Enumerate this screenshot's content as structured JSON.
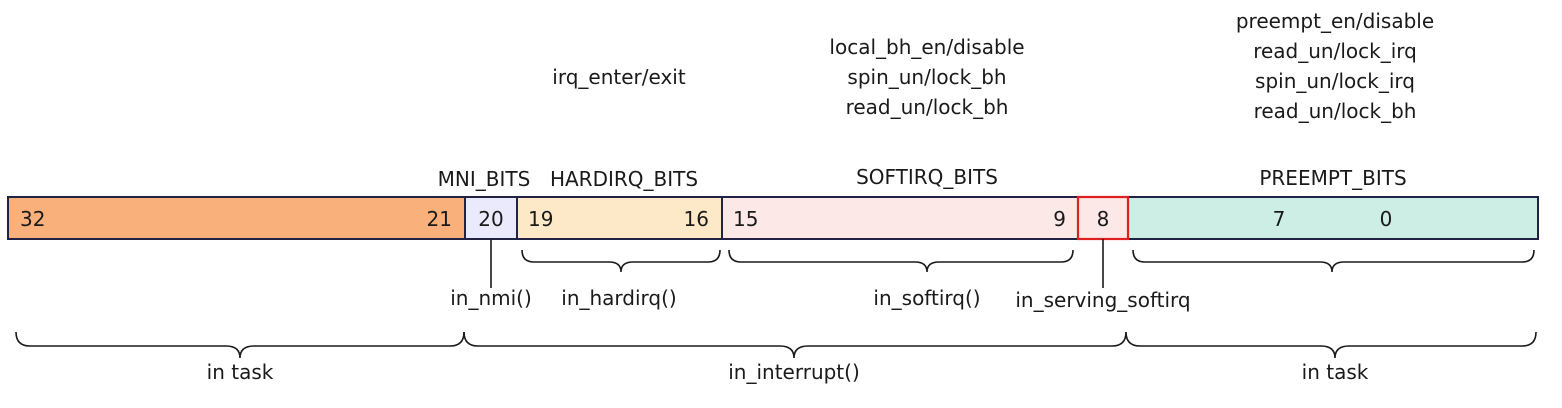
{
  "operations": {
    "hardirq": [
      "irq_enter/exit"
    ],
    "softirq": [
      "local_bh_en/disable",
      "spin_un/lock_bh",
      "read_un/lock_bh"
    ],
    "preempt": [
      "preempt_en/disable",
      "read_un/lock_irq",
      "spin_un/lock_irq",
      "read_un/lock_bh"
    ]
  },
  "field_labels": {
    "nmi": "MNI_BITS",
    "hardirq": "HARDIRQ_BITS",
    "softirq": "SOFTIRQ_BITS",
    "preempt": "PREEMPT_BITS"
  },
  "segments": {
    "task_high": {
      "hi": "32",
      "lo": "21",
      "color": "#f9b07a"
    },
    "nmi": {
      "bit": "20",
      "color": "#eaeafc"
    },
    "hardirq": {
      "hi": "19",
      "lo": "16",
      "color": "#fde8c8"
    },
    "softirq": {
      "hi": "15",
      "lo": "9",
      "color": "#fde8e8"
    },
    "serving": {
      "bit": "8",
      "color": "#fde8e8",
      "border": "#e02020"
    },
    "preempt": {
      "hi": "7",
      "lo": "0",
      "color": "#cdeee4"
    }
  },
  "macros": {
    "nmi": "in_nmi()",
    "hardirq": "in_hardirq()",
    "softirq": "in_softirq()",
    "serving": "in_serving_softirq"
  },
  "contexts": {
    "left": "in task",
    "middle": "in_interrupt()",
    "right": "in task"
  }
}
